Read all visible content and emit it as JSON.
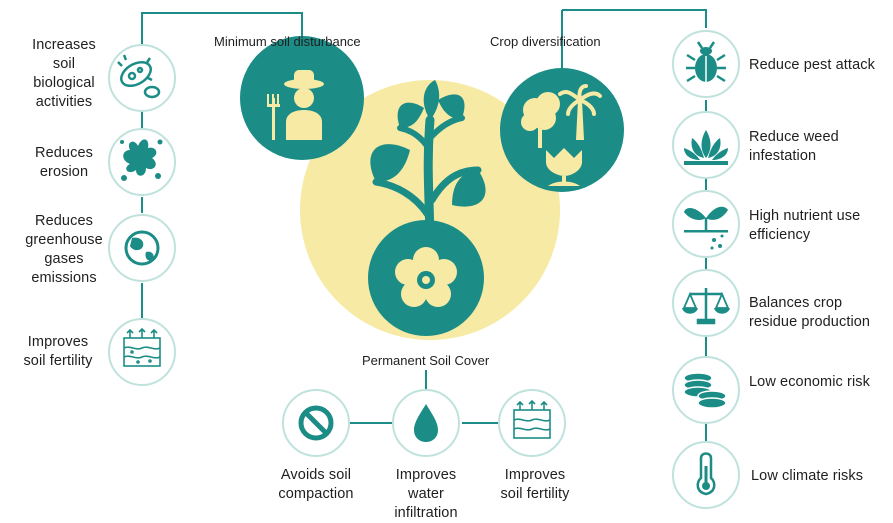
{
  "pillars": {
    "minimum_soil_disturbance": "Minimum soil disturbance",
    "crop_diversification": "Crop diversification",
    "permanent_soil_cover": "Permanent Soil Cover"
  },
  "left_benefits": [
    {
      "label": "Increases soil biological activities",
      "lines": [
        "Increases",
        "soil",
        "biological",
        "activities"
      ],
      "icon": "microbe-icon"
    },
    {
      "label": "Reduces erosion",
      "lines": [
        "Reduces",
        "erosion"
      ],
      "icon": "splash-icon"
    },
    {
      "label": "Reduces greenhouse gases emissions",
      "lines": [
        "Reduces",
        "greenhouse",
        "gases",
        "emissions"
      ],
      "icon": "globe-icon"
    },
    {
      "label": "Improves soil fertility",
      "lines": [
        "Improves",
        "soil fertility"
      ],
      "icon": "soil-layers-icon"
    }
  ],
  "right_benefits": [
    {
      "label": "Reduce pest attack",
      "lines": [
        "Reduce pest attack"
      ],
      "icon": "beetle-icon"
    },
    {
      "label": "Reduce weed infestation",
      "lines": [
        "Reduce weed",
        "infestation"
      ],
      "icon": "weed-icon"
    },
    {
      "label": "High nutrient use efficiency",
      "lines": [
        "High nutrient use",
        "efficiency"
      ],
      "icon": "sprout-icon"
    },
    {
      "label": "Balances crop residue production",
      "lines": [
        "Balances crop",
        "residue production"
      ],
      "icon": "balance-scale-icon"
    },
    {
      "label": "Low economic risk",
      "lines": [
        "Low economic risk"
      ],
      "icon": "coins-icon"
    },
    {
      "label": "Low climate risks",
      "lines": [
        "Low climate risks"
      ],
      "icon": "thermometer-icon"
    }
  ],
  "bottom_benefits": [
    {
      "label": "Avoids soil compaction",
      "lines": [
        "Avoids soil",
        "compaction"
      ],
      "icon": "prohibited-icon"
    },
    {
      "label": "Improves water infiltration",
      "lines": [
        "Improves",
        "water",
        "infiltration"
      ],
      "icon": "water-drop-icon"
    },
    {
      "label": "Improves soil fertility",
      "lines": [
        "Improves",
        "soil fertility"
      ],
      "icon": "soil-layers-icon"
    }
  ],
  "colors": {
    "teal": "#1c8d86",
    "teal_light": "#bfe2dd",
    "yellow_circle": "#f6eaa5",
    "plant": "#1c8d86",
    "flower_petals": "#f6eaa5",
    "text": "#1f1f1f"
  }
}
